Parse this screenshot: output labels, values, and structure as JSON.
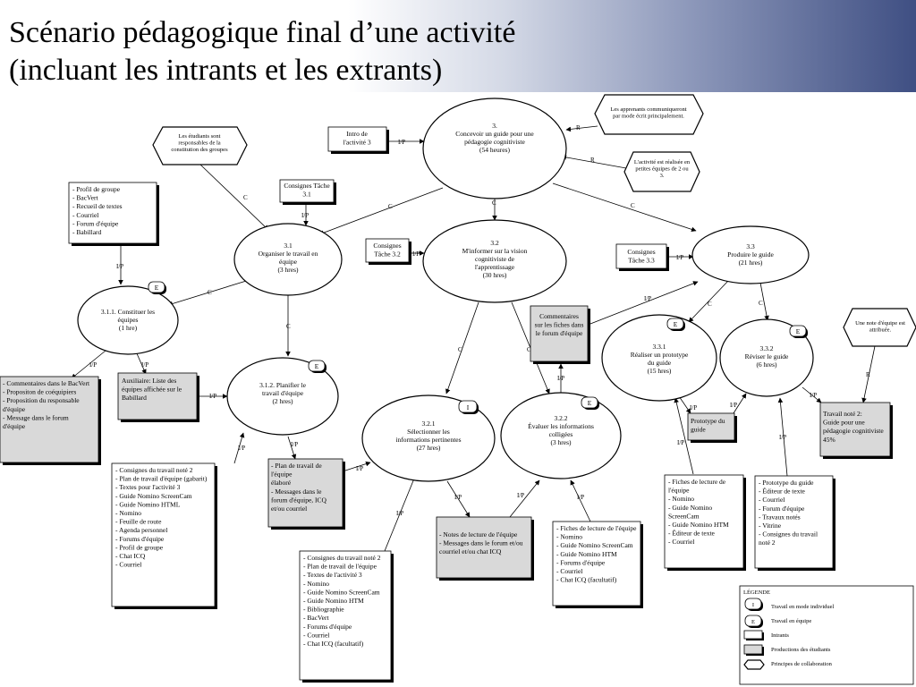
{
  "title": {
    "line1": "Scénario pédagogique final d’une activité",
    "line2": "(incluant les intrants et les extrants)"
  },
  "edge_labels": {
    "C": "C",
    "IP": "I/P",
    "R": "R"
  },
  "nodes": [
    {
      "id": "n3",
      "lines": [
        "3.",
        "Concevoir un guide pour une",
        "pédagogie cognitiviste",
        "(54 heures)"
      ]
    },
    {
      "id": "n31",
      "lines": [
        "3.1",
        "Organiser le travail en",
        "équipe",
        "(3 hres)"
      ]
    },
    {
      "id": "n32",
      "lines": [
        "3.2",
        "M'informer sur la vision",
        "cognitiviste de",
        "l'apprentissage",
        "(30 hres)"
      ]
    },
    {
      "id": "n33",
      "lines": [
        "3.3",
        "Produire le guide",
        "(21 hres)"
      ]
    },
    {
      "id": "n311",
      "lines": [
        "3.1.1. Constituer les",
        "équipes",
        "(1 hre)"
      ],
      "badge": "E"
    },
    {
      "id": "n312",
      "lines": [
        "3.1.2. Planifier le",
        "travail d'équipe",
        "(2 hres)"
      ],
      "badge": "E"
    },
    {
      "id": "n321",
      "lines": [
        "3.2.1",
        "Sélectionner les",
        "informations pertinentes",
        "(27 hres)"
      ],
      "badge": "I"
    },
    {
      "id": "n322",
      "lines": [
        "3.2.2",
        "Évaluer les informations",
        "colligées",
        "(3 hres)"
      ],
      "badge": "E"
    },
    {
      "id": "n331",
      "lines": [
        "3.3.1",
        "Réaliser un prototype",
        "du guide",
        "(15 hres)"
      ],
      "badge": "E"
    },
    {
      "id": "n332",
      "lines": [
        "3.3.2",
        "Réviser le guide",
        "(6 hres)"
      ],
      "badge": "E"
    }
  ],
  "principles": [
    {
      "id": "p1",
      "lines": [
        "Les étudiants sont",
        "responsables de la",
        "constitution des groupes"
      ]
    },
    {
      "id": "p2",
      "lines": [
        "Les apprenants communiqueront",
        "par mode écrit principalement."
      ]
    },
    {
      "id": "p3",
      "lines": [
        "L'activité est réalisée en",
        "petites équipes de 2 ou",
        "3."
      ]
    },
    {
      "id": "p4",
      "lines": [
        "Une note d'équipe est",
        "attribuée."
      ]
    }
  ],
  "inputs": [
    {
      "id": "intro",
      "lines": [
        "Intro de",
        "l'activité 3"
      ]
    },
    {
      "id": "ct31",
      "lines": [
        "Consignes Tâche",
        "3.1"
      ]
    },
    {
      "id": "ct32",
      "lines": [
        "Consignes",
        "Tâche 3.2"
      ]
    },
    {
      "id": "ct33",
      "lines": [
        "Consignes",
        "Tâche 3.3"
      ]
    },
    {
      "id": "profil",
      "lines": [
        "- Profil de groupe",
        "- BacVert",
        "- Recueil de textes",
        "- Courriel",
        "- Forum d'équipe",
        "- Babillard"
      ]
    },
    {
      "id": "consignes2",
      "lines": [
        "- Consignes du travail noté 2",
        "- Plan de travail d'équipe (gabarit)",
        "- Textes pour l'activité 3",
        "- Guide Nomino ScreenCam",
        "- Guide Nomino HTML",
        "- Nomino",
        "- Feuille de route",
        "- Agenda personnel",
        "- Forums d'équipe",
        "- Profil de groupe",
        "- Chat ICQ",
        "- Courriel"
      ]
    },
    {
      "id": "consignes3",
      "lines": [
        "- Consignes du travail noté 2",
        "- Plan de travail de l'équipe",
        "- Textes de l'activité 3",
        "- Nomino",
        "- Guide Nomino ScreenCam",
        "- Guide Nomino HTM",
        "- Bibliographie",
        "- BacVert",
        "- Forums d'équipe",
        "- Courriel",
        "- Chat ICQ (facultatif)"
      ]
    },
    {
      "id": "fiches1",
      "lines": [
        "- Fiches de lecture de l'équipe",
        "- Nomino",
        "- Guide Nomino ScreenCam",
        "- Guide Nomino HTM",
        "- Forums d'équipe",
        "- Courriel",
        "- Chat ICQ (facultatif)"
      ]
    },
    {
      "id": "fiches2",
      "lines": [
        "- Fiches de lecture de",
        "l'équipe",
        "- Nomino",
        "- Guide Nomino",
        "ScreenCam",
        "- Guide Nomino HTM",
        "- Éditeur de texte",
        "- Courriel"
      ]
    },
    {
      "id": "proto_list",
      "lines": [
        "- Prototype du guide",
        "- Éditeur de texte",
        "- Courriel",
        "- Forum d'équipe",
        "- Travaux notés",
        "- Vitrine",
        "- Consignes du travail",
        "noté 2"
      ]
    }
  ],
  "productions": [
    {
      "id": "comm_bac",
      "lines": [
        "- Commentaires dans le BacVert",
        "- Propositon de coéquipiers",
        "- Proposition du responsable",
        "d'équipe",
        "- Message dans le forum",
        "d'équipe"
      ]
    },
    {
      "id": "auxiliaire",
      "lines": [
        "Auxiliaire: Liste des",
        "équipes affichée sur le",
        "Babillard"
      ]
    },
    {
      "id": "plan",
      "lines": [
        "- Plan de travail de",
        "l'équipe",
        "élaboré",
        "- Messages dans le",
        "forum d'équipe, ICQ",
        "et/ou courriel"
      ]
    },
    {
      "id": "notes",
      "lines": [
        "- Notes de lecture de l'équipe",
        "- Messages dans le forum et/ou",
        "courriel et/ou chat ICQ"
      ]
    },
    {
      "id": "comm_fiches",
      "lines": [
        "Commentaires",
        "sur les fiches dans",
        "le forum d'équipe"
      ]
    },
    {
      "id": "proto_guide",
      "lines": [
        "Prototype du",
        "guide"
      ]
    },
    {
      "id": "travail",
      "lines": [
        "Travail noté 2:",
        "Guide pour une",
        "pédagogie cognitiviste",
        "45%"
      ]
    }
  ],
  "legend": {
    "title": "LÉGENDE",
    "items": [
      {
        "symbol": "I",
        "label": "Travail en mode individuel"
      },
      {
        "symbol": "E",
        "label": "Travail en équipe"
      },
      {
        "symbol": "",
        "label": "Intrants"
      },
      {
        "symbol": "",
        "label": "Productions des étudiants"
      },
      {
        "symbol": "",
        "label": "Principes de collaboration"
      }
    ]
  }
}
